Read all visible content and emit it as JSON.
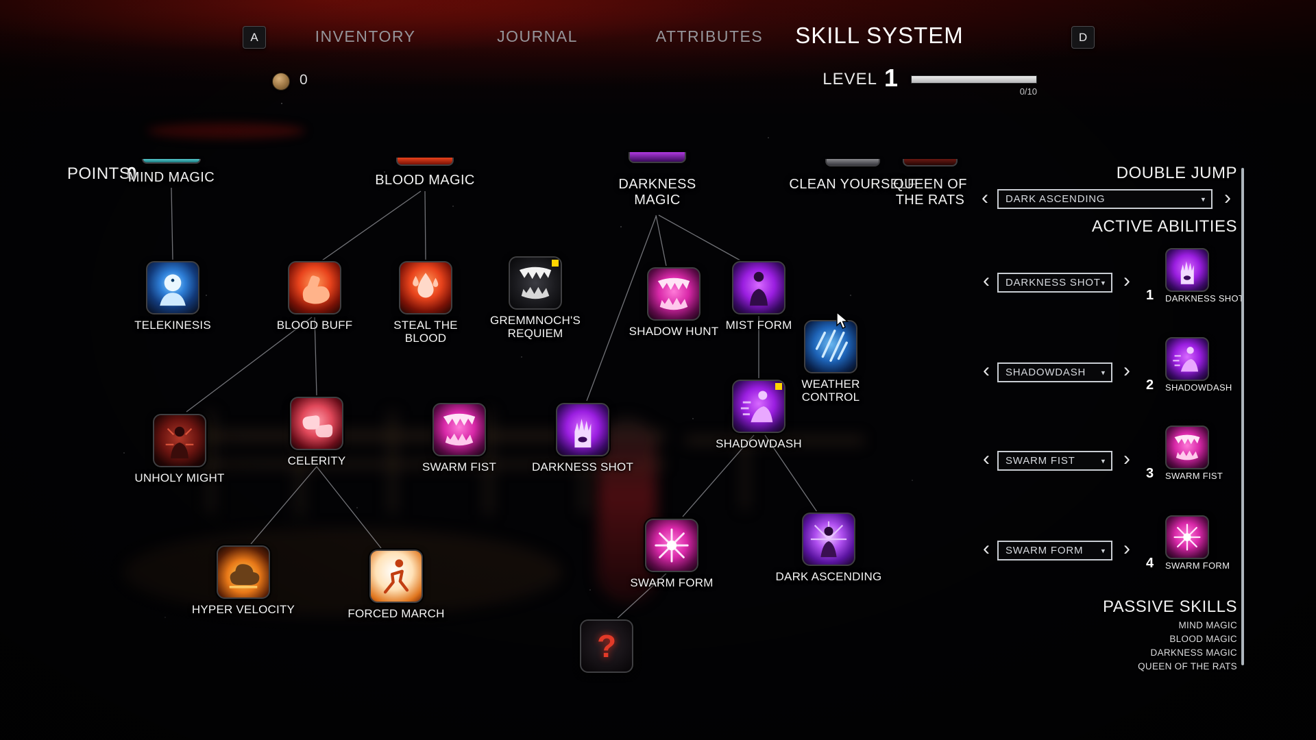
{
  "nav": {
    "left_key": "A",
    "right_key": "D",
    "tabs": [
      {
        "label": "INVENTORY"
      },
      {
        "label": "JOURNAL"
      },
      {
        "label": "ATTRIBUTES"
      },
      {
        "label": "SKILL SYSTEM"
      }
    ]
  },
  "header": {
    "coins": "0",
    "level_label": "LEVEL",
    "level_value": "1",
    "xp": "0/10"
  },
  "points": {
    "label": "POINTS",
    "value": "0"
  },
  "icons": {
    "chevron_left": "‹",
    "chevron_right": "›",
    "caret_down": "▾"
  },
  "colors": {
    "badge_yellow": "#ffd400",
    "top_red": "#5a0806",
    "accent_cyan": "#9adfe0"
  },
  "tree": {
    "categories": [
      {
        "label": "MIND MAGIC"
      },
      {
        "label": "BLOOD MAGIC"
      },
      {
        "label": "DARKNESS MAGIC"
      },
      {
        "label": "CLEAN YOURSELF"
      },
      {
        "label": "QUEEN OF THE RATS"
      }
    ],
    "nodes": [
      {
        "label": "TELEKINESIS",
        "icon": "telekinesis-icon"
      },
      {
        "label": "BLOOD BUFF",
        "icon": "blood-buff-icon"
      },
      {
        "label": "STEAL THE BLOOD",
        "icon": "steal-the-blood-icon"
      },
      {
        "label": "GREMMNOCH'S REQUIEM",
        "icon": "gremmnochs-requiem-icon"
      },
      {
        "label": "SHADOW HUNT",
        "icon": "shadow-hunt-icon"
      },
      {
        "label": "MIST FORM",
        "icon": "mist-form-icon"
      },
      {
        "label": "WEATHER CONTROL",
        "icon": "weather-control-icon"
      },
      {
        "label": "SHADOWDASH",
        "icon": "shadowdash-icon"
      },
      {
        "label": "UNHOLY MIGHT",
        "icon": "unholy-might-icon"
      },
      {
        "label": "CELERITY",
        "icon": "celerity-icon"
      },
      {
        "label": "SWARM FIST",
        "icon": "swarm-fist-icon"
      },
      {
        "label": "DARKNESS SHOT",
        "icon": "darkness-shot-icon"
      },
      {
        "label": "HYPER VELOCITY",
        "icon": "hyper-velocity-icon"
      },
      {
        "label": "FORCED MARCH",
        "icon": "forced-march-icon"
      },
      {
        "label": "SWARM FORM",
        "icon": "swarm-form-icon"
      },
      {
        "label": "DARK ASCENDING",
        "icon": "dark-ascending-icon"
      },
      {
        "label": "",
        "icon": "unknown-skill-icon",
        "glyph": "?"
      }
    ]
  },
  "right_panel": {
    "double_jump_label": "DOUBLE JUMP",
    "double_jump_value": "DARK ASCENDING",
    "active_abilities_label": "ACTIVE ABILITIES",
    "slots": [
      {
        "num": "1",
        "value": "DARKNESS SHOT",
        "label": "DARKNESS SHOT",
        "icon": "darkness-shot-icon"
      },
      {
        "num": "2",
        "value": "SHADOWDASH",
        "label": "SHADOWDASH",
        "icon": "shadowdash-icon"
      },
      {
        "num": "3",
        "value": "SWARM FIST",
        "label": "SWARM FIST",
        "icon": "swarm-fist-icon"
      },
      {
        "num": "4",
        "value": "SWARM FORM",
        "label": "SWARM FORM",
        "icon": "swarm-form-icon"
      }
    ],
    "passive_label": "PASSIVE SKILLS",
    "passives": [
      "MIND MAGIC",
      "BLOOD MAGIC",
      "DARKNESS MAGIC",
      "QUEEN OF THE RATS"
    ]
  }
}
